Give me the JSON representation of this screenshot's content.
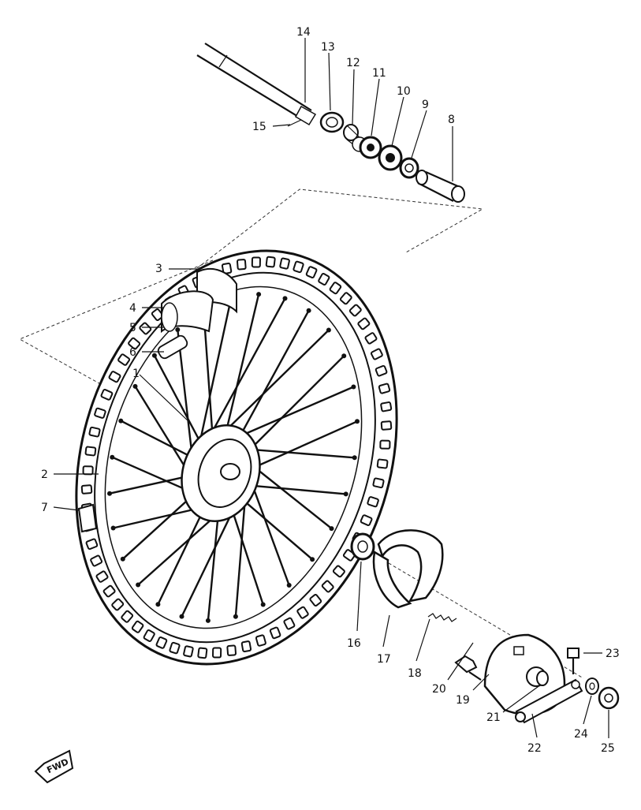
{
  "parts": [
    {
      "id": "p1",
      "label": "1"
    },
    {
      "id": "p2",
      "label": "2"
    },
    {
      "id": "p3",
      "label": "3"
    },
    {
      "id": "p4",
      "label": "4"
    },
    {
      "id": "p5",
      "label": "5"
    },
    {
      "id": "p6",
      "label": "6"
    },
    {
      "id": "p7",
      "label": "7"
    },
    {
      "id": "p8",
      "label": "8"
    },
    {
      "id": "p9",
      "label": "9"
    },
    {
      "id": "p10",
      "label": "10"
    },
    {
      "id": "p11",
      "label": "11"
    },
    {
      "id": "p12",
      "label": "12"
    },
    {
      "id": "p13",
      "label": "13"
    },
    {
      "id": "p14",
      "label": "14"
    },
    {
      "id": "p15",
      "label": "15"
    },
    {
      "id": "p16",
      "label": "16"
    },
    {
      "id": "p17",
      "label": "17"
    },
    {
      "id": "p18",
      "label": "18"
    },
    {
      "id": "p19",
      "label": "19"
    },
    {
      "id": "p20",
      "label": "20"
    },
    {
      "id": "p21",
      "label": "21"
    },
    {
      "id": "p22",
      "label": "22"
    },
    {
      "id": "p23",
      "label": "23"
    },
    {
      "id": "p24",
      "label": "24"
    },
    {
      "id": "p25",
      "label": "25"
    }
  ],
  "fwd_label": "FWD",
  "colors": {
    "ink": "#111111",
    "paper": "#ffffff"
  }
}
